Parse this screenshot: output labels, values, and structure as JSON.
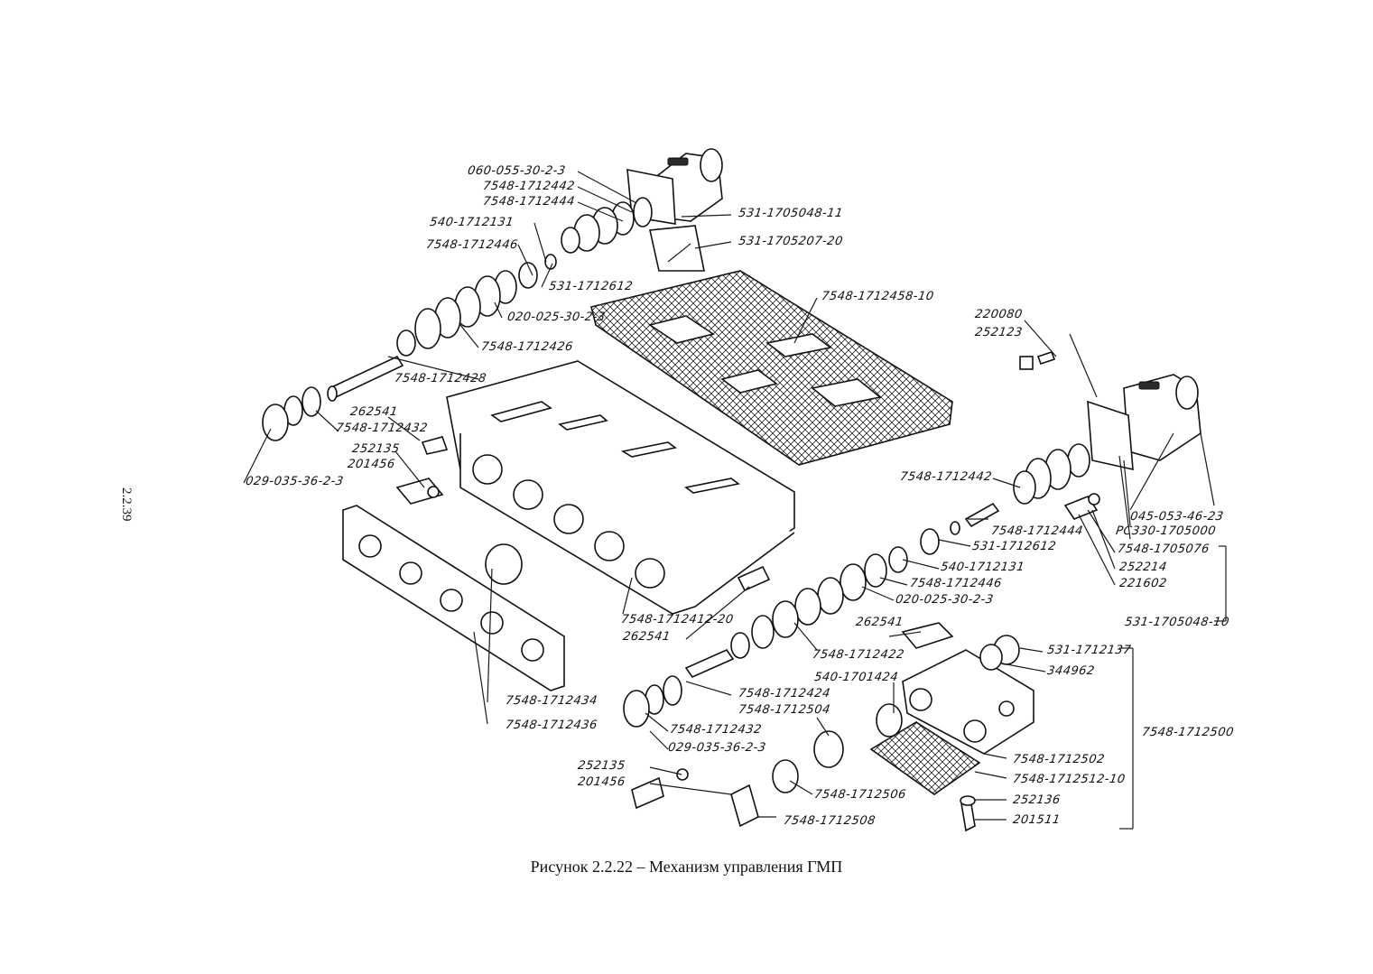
{
  "caption": "Рисунок 2.2.22 – Механизм управления ГМП",
  "page_number": "2.2.39",
  "labels": [
    "060-055-30-2-3",
    "7548-1712442",
    "7548-1712444",
    "531-1705048-11",
    "531-1705207-20",
    "540-1712131",
    "7548-1712446",
    "531-1712612",
    "020-025-30-2-3",
    "7548-1712426",
    "7548-1712458-10",
    "7548-1712428",
    "262541",
    "7548-1712432",
    "252135",
    "201456",
    "029-035-36-2-3",
    "220080",
    "252123",
    "7548-1712442",
    "045-053-46-23",
    "РС330-1705000",
    "7548-1712444",
    "531-1712612",
    "7548-1705076",
    "540-1712131",
    "252214",
    "7548-1712446",
    "221602",
    "020-025-30-2-3",
    "531-1705048-10",
    "7548-1712412-20",
    "262541",
    "262541",
    "7548-1712422",
    "531-1712137",
    "344962",
    "540-1701424",
    "7548-1712424",
    "7548-1712504",
    "7548-1712434",
    "7548-1712436",
    "7548-1712432",
    "029-035-36-2-3",
    "7548-1712500",
    "7548-1712502",
    "7548-1712512-10",
    "252135",
    "201456",
    "7548-1712506",
    "252136",
    "7548-1712508",
    "201511"
  ]
}
